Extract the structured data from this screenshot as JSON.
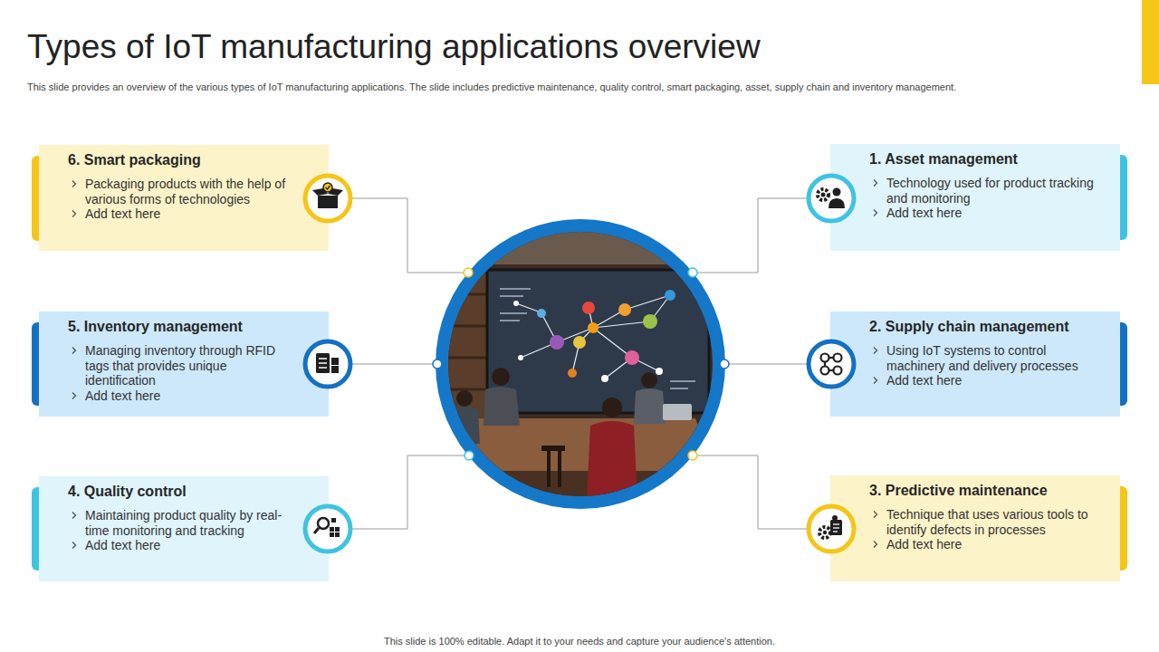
{
  "diagram": {
    "title": "Types of IoT manufacturing applications overview",
    "nodes": [
      {
        "text": [
          "1. Asset management",
          "Technology used for product tracking and monitoring",
          "Add text here"
        ]
      },
      {
        "text": [
          "2. Supply chain management",
          "Using IoT systems to control machinery and delivery processes",
          "Add text here"
        ]
      },
      {
        "text": [
          "3. Predictive maintenance",
          "Technique that uses various tools to identify defects in processes",
          "Add text here"
        ]
      },
      {
        "text": [
          "4. Quality control",
          "Maintaining product quality by real-time monitoring and tracking",
          "Add text here"
        ]
      },
      {
        "text": [
          "5. Inventory management",
          "Managing inventory through RFID tags that provides unique identification",
          "Add text here"
        ]
      },
      {
        "text": [
          "6. Smart packaging",
          "Packaging products with the help of various forms of technologies",
          "Add text here"
        ]
      }
    ],
    "labels": [
      "This slide provides an overview of the various types of IoT manufacturing applications. The slide includes predictive maintenance, quality control, smart packaging, asset, supply chain and inventory management.",
      "This slide is 100% editable. Adapt it to your needs and capture your audience's attention."
    ]
  }
}
